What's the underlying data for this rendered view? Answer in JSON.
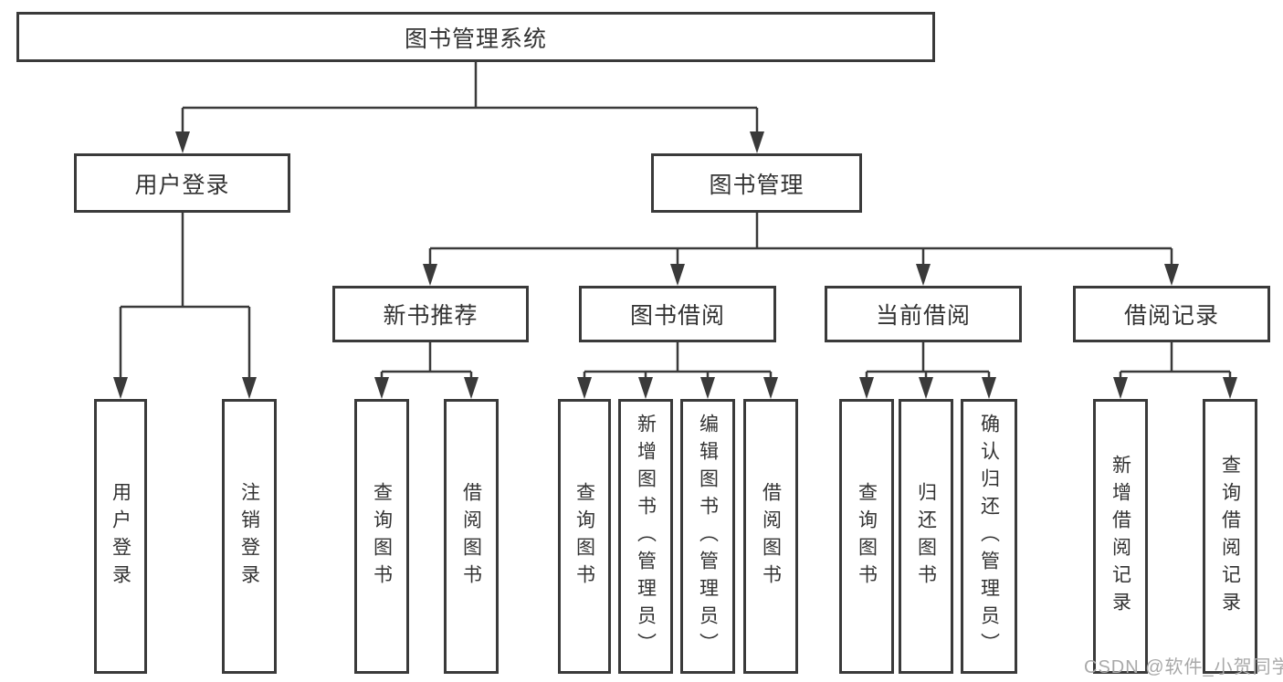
{
  "diagram": {
    "root": {
      "label": "图书管理系统"
    },
    "branches": [
      {
        "label": "用户登录",
        "children": [
          {
            "label": "用户登录"
          },
          {
            "label": "注销登录"
          }
        ]
      },
      {
        "label": "图书管理",
        "children": [
          {
            "label": "新书推荐",
            "children": [
              {
                "label": "查询图书"
              },
              {
                "label": "借阅图书"
              }
            ]
          },
          {
            "label": "图书借阅",
            "children": [
              {
                "label": "查询图书"
              },
              {
                "label": "新增图书（管理员）"
              },
              {
                "label": "编辑图书（管理员）"
              },
              {
                "label": "借阅图书"
              }
            ]
          },
          {
            "label": "当前借阅",
            "children": [
              {
                "label": "查询图书"
              },
              {
                "label": "归还图书"
              },
              {
                "label": "确认归还（管理员）"
              }
            ]
          },
          {
            "label": "借阅记录",
            "children": [
              {
                "label": "新增借阅记录"
              },
              {
                "label": "查询借阅记录"
              }
            ]
          }
        ]
      }
    ]
  },
  "watermark": {
    "text": "CSDN @软件_小贺同学"
  },
  "colors": {
    "line": "#3a3a3a",
    "box_border": "#3a3a3a",
    "text": "#333333",
    "background": "#ffffff",
    "watermark": "#a9a9a9"
  }
}
